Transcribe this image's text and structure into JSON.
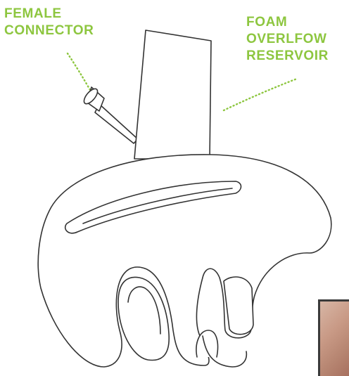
{
  "labels": {
    "female_connector": [
      "FEMALE",
      "CONNECTOR"
    ],
    "foam_reservoir": [
      "FOAM",
      "OVERLFOW",
      "RESERVOIR"
    ]
  },
  "colors": {
    "accent": "#8dc63f",
    "line": "#333333"
  }
}
